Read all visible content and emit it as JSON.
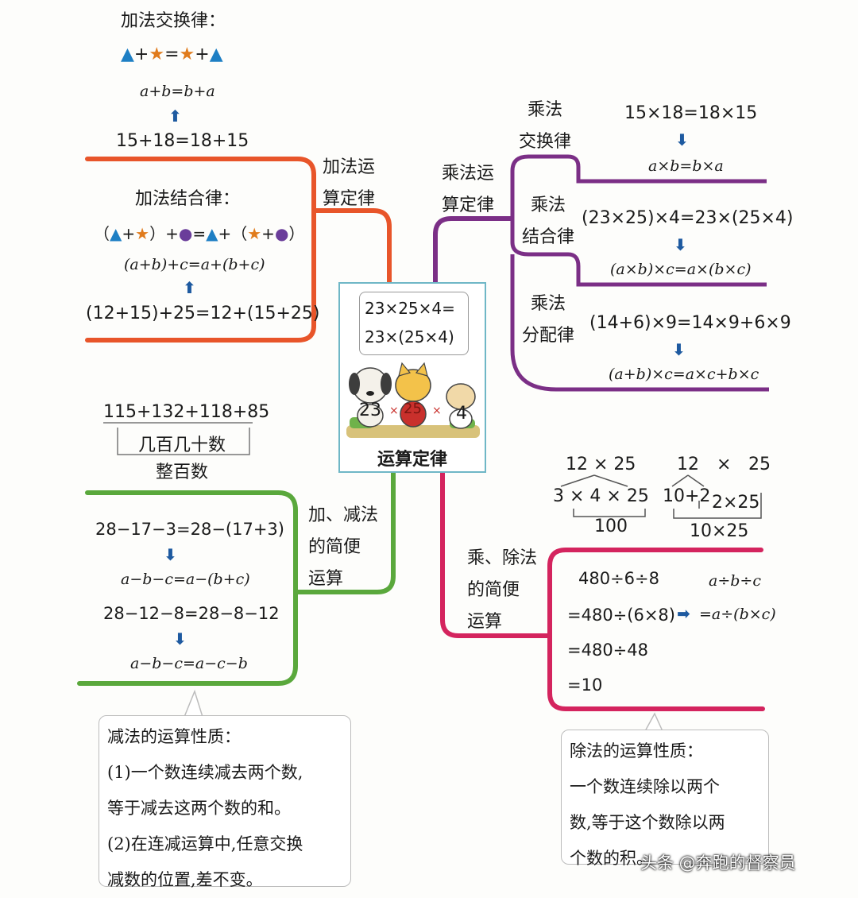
{
  "center": {
    "bubble_line1": "23×25×4=",
    "bubble_line2": "23×(25×4)",
    "title": "运算定律",
    "num_a": "23",
    "num_b": "25",
    "num_c": "4"
  },
  "add_laws": {
    "branch_label_1": "加法运",
    "branch_label_2": "算定律",
    "commutative": {
      "title": "加法交换律：",
      "symbolic": "▲+★=★+▲",
      "letters": "a+b=b+a",
      "example": "15+18=18+15"
    },
    "associative": {
      "title": "加法结合律：",
      "symbolic": "（▲+★）+●=▲+（★+●）",
      "letters": "(a+b)+c=a+(b+c)",
      "example": "(12+15)+25=12+(15+25)"
    }
  },
  "mult_laws": {
    "branch_label_1": "乘法运",
    "branch_label_2": "算定律",
    "commutative": {
      "label_1": "乘法",
      "label_2": "交换律",
      "example": "15×18=18×15",
      "letters": "a×b=b×a"
    },
    "associative": {
      "label_1": "乘法",
      "label_2": "结合律",
      "example": "(23×25)×4=23×(25×4)",
      "letters": "(a×b)×c=a×(b×c)"
    },
    "distributive": {
      "label_1": "乘法",
      "label_2": "分配律",
      "example": "(14+6)×9=14×9+6×9",
      "letters": "(a+b)×c=a×c+b×c"
    }
  },
  "add_sub_simple": {
    "branch_label_1": "加、减法",
    "branch_label_2": "的简便",
    "branch_label_3": "运算",
    "hint_sum": "115+132+118+85",
    "hint_group": "几百几十数",
    "hint_result": "整百数",
    "ex1": "28−17−3=28−(17+3)",
    "ex1_letters": "a−b−c=a−(b+c)",
    "ex2": "28−12−8=28−8−12",
    "ex2_letters": "a−b−c=a−c−b",
    "note_title": "减法的运算性质：",
    "note_1": "(1)一个数连续减去两个数,",
    "note_2": "等于减去这两个数的和。",
    "note_3": "(2)在连减运算中,任意交换",
    "note_4": "减数的位置,差不变。"
  },
  "mul_div_simple": {
    "branch_label_1": "乘、除法",
    "branch_label_2": "的简便",
    "branch_label_3": "运算",
    "split1_top": "12 × 25",
    "split1_mid": "3 × 4 × 25",
    "split1_bottom": "100",
    "split2_top_a": "12",
    "split2_top_op": "×",
    "split2_top_b": "25",
    "split2_mid_a": "10+2",
    "split2_mid_b": "2×25",
    "split2_bottom": "10×25",
    "step1": "480÷6÷8",
    "step2": "=480÷(6×8)",
    "step3": "=480÷48",
    "step4": "=10",
    "letters1": "a÷b÷c",
    "letters2": "=a÷(b×c)",
    "note_title": "除法的运算性质：",
    "note_1": "一个数连续除以两个",
    "note_2": "数,等于这个数除以两",
    "note_3": "个数的积。"
  },
  "watermark": "头条 @奔跑的督察员",
  "colors": {
    "add_branch": "#e8552a",
    "mult_branch": "#7b2f86",
    "add_sub_branch": "#5aa83c",
    "mul_div_branch": "#d4245e",
    "arrow": "#1e5aa0",
    "center_border": "#6fb7c6"
  }
}
